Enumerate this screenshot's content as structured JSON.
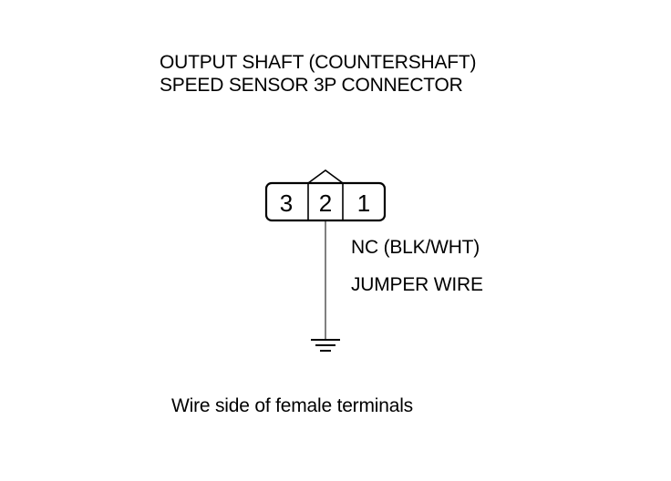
{
  "title": {
    "line1": "OUTPUT SHAFT (COUNTERSHAFT)",
    "line2": "SPEED SENSOR 3P CONNECTOR"
  },
  "connector": {
    "terminals": [
      "3",
      "2",
      "1"
    ]
  },
  "wire": {
    "code": "NC (BLK/WHT)",
    "note": "JUMPER WIRE"
  },
  "ground": {
    "icon": "ground-icon"
  },
  "caption": "Wire side of female terminals"
}
